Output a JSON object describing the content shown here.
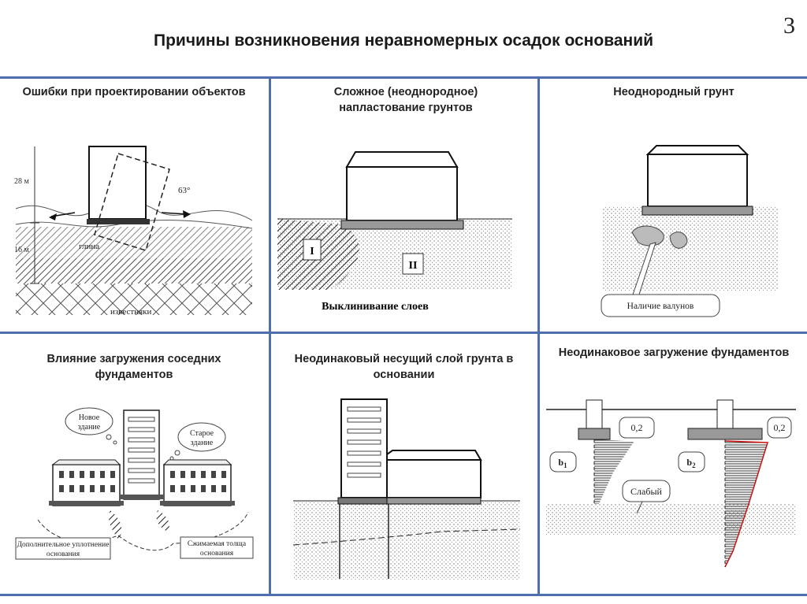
{
  "slide_number": "3",
  "title": "Причины возникновения неравномерных осадок оснований",
  "panels": [
    {
      "caption": "Ошибки при проектировании объектов",
      "labels": {
        "height_top": "28 м",
        "height_bottom": "16 м",
        "angle": "63°",
        "clay": "глина",
        "limestone": "известняки"
      }
    },
    {
      "caption": "Сложное (неоднородное) напластование грунтов",
      "labels": {
        "layer_1": "I",
        "layer_2": "II",
        "bottom": "Выклинивание слоев"
      }
    },
    {
      "caption": "Неоднородный грунт",
      "labels": {
        "boulders": "Наличие валунов"
      }
    },
    {
      "caption": "Влияние загружения соседних фундаментов",
      "labels": {
        "new_building": "Новое здание",
        "old_building": "Старое здание",
        "extra_compaction": "Дополнительное уплотнение основания",
        "compressible": "Сжимаемая толща основания"
      }
    },
    {
      "caption": "Неодинаковый несущий слой грунта в основании",
      "labels": {}
    },
    {
      "caption": "Неодинаковое загружение фундаментов",
      "labels": {
        "ratio_left": "0,2",
        "ratio_right": "0,2",
        "b1": "b1",
        "b2": "b2",
        "weak": "Слабый"
      }
    }
  ]
}
